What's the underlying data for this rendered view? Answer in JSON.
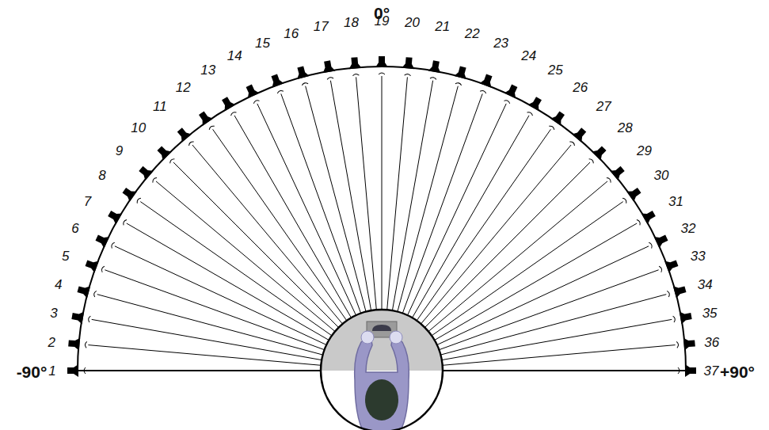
{
  "diagram": {
    "labels": [
      "0°",
      "-90°",
      "+90°",
      "1",
      "2",
      "3",
      "4",
      "5",
      "6",
      "7",
      "8",
      "9",
      "10",
      "11",
      "12",
      "13",
      "14",
      "15",
      "16",
      "17",
      "18",
      "19",
      "20",
      "21",
      "22",
      "23",
      "24",
      "25",
      "26",
      "27",
      "28",
      "29",
      "30",
      "31",
      "32",
      "33",
      "34",
      "35",
      "36",
      "37"
    ]
  }
}
